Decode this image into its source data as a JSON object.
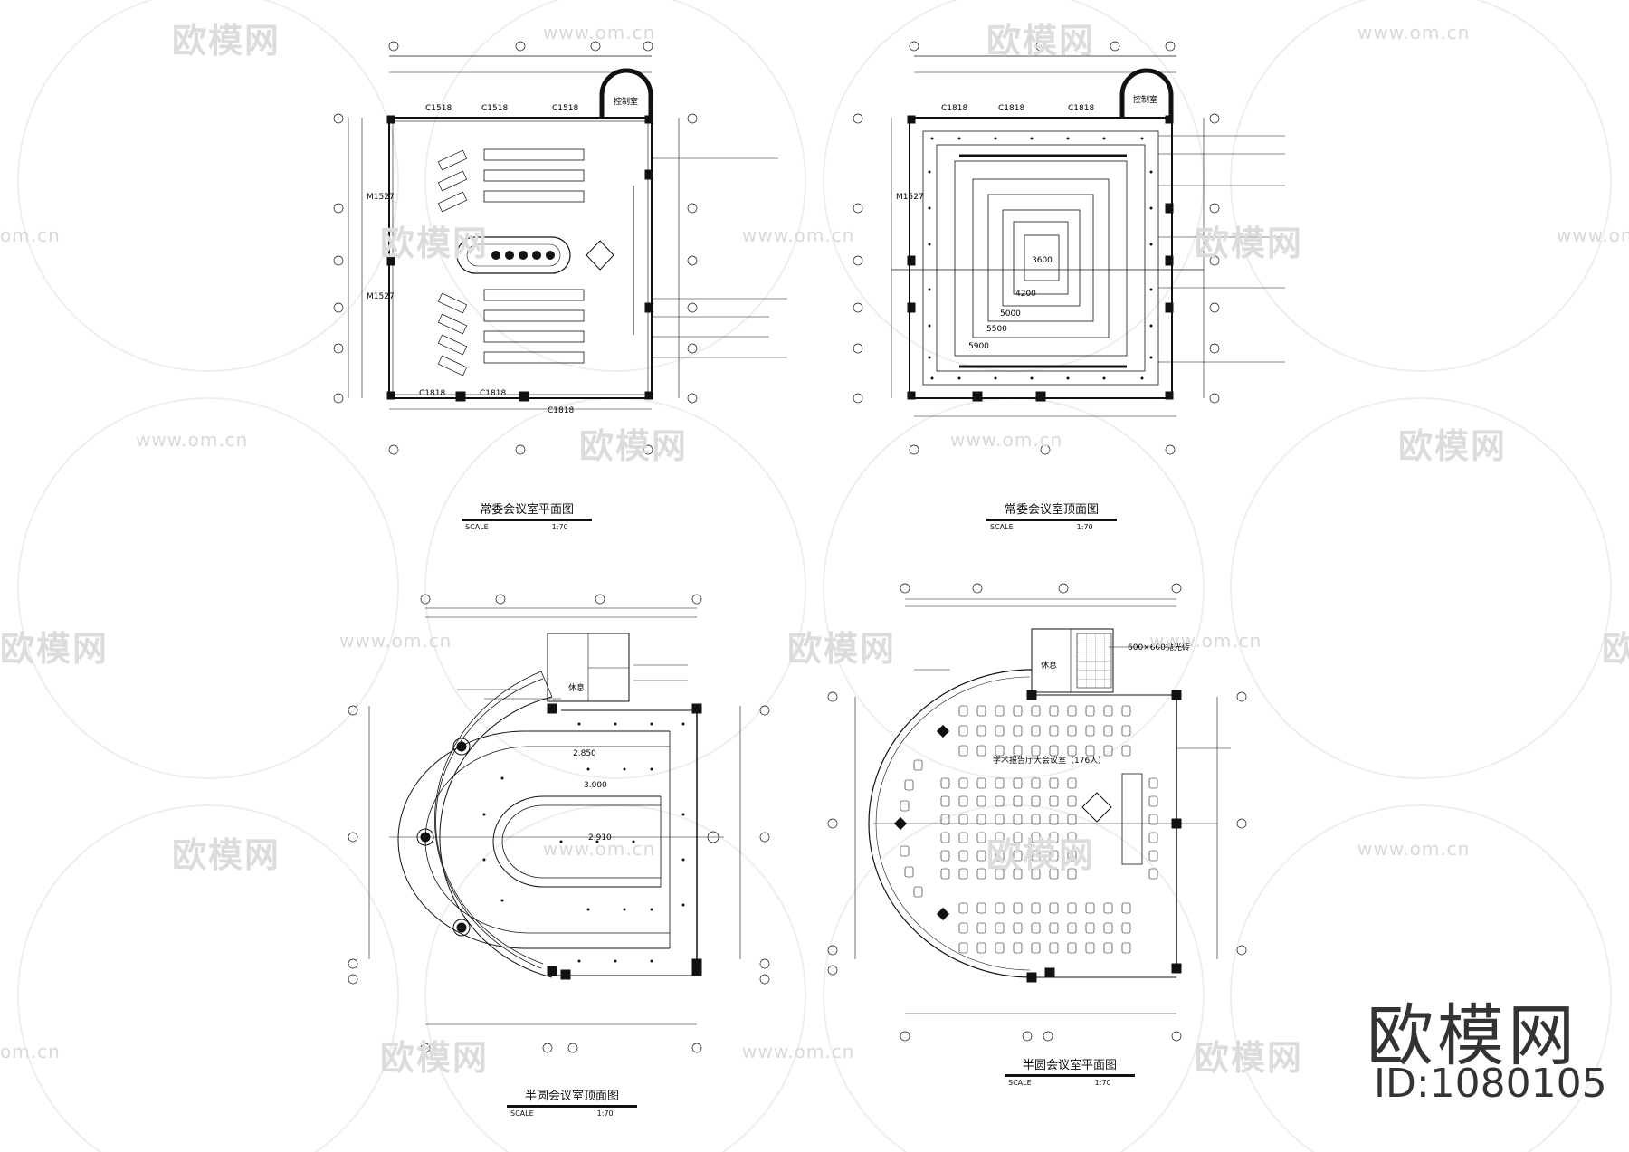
{
  "watermark": {
    "url": "www.om.cn",
    "url_short": "om.cn",
    "logo": "欧模网"
  },
  "brand": {
    "logo_text": "欧模网",
    "id_text": "ID:1080105"
  },
  "drawings": {
    "plan_tl": {
      "title": "常委会议室平面图",
      "scale_label": "SCALE",
      "scale_value": "1:70",
      "labels": [
        "C1518",
        "C1518",
        "C1518",
        "C1818",
        "C1818",
        "C1818",
        "M1527",
        "M1527",
        "控制室"
      ]
    },
    "ceiling_tr": {
      "title": "常委会议室顶面图",
      "scale_label": "SCALE",
      "scale_value": "1:70",
      "labels": [
        "控制室",
        "3600",
        "4200",
        "5000",
        "5500",
        "5900",
        "C1818",
        "C1818",
        "C1818",
        "M1527"
      ]
    },
    "ceiling_bl": {
      "title": "半圆会议室顶面图",
      "scale_label": "SCALE",
      "scale_value": "1:70",
      "labels": [
        "休息",
        "2.850",
        "3.000",
        "2.910"
      ]
    },
    "plan_br": {
      "title": "半圆会议室平面图",
      "scale_label": "SCALE",
      "scale_value": "1:70",
      "labels": [
        "休息",
        "学术报告厅大会议室（176人）",
        "600×600抛光砖"
      ]
    }
  }
}
